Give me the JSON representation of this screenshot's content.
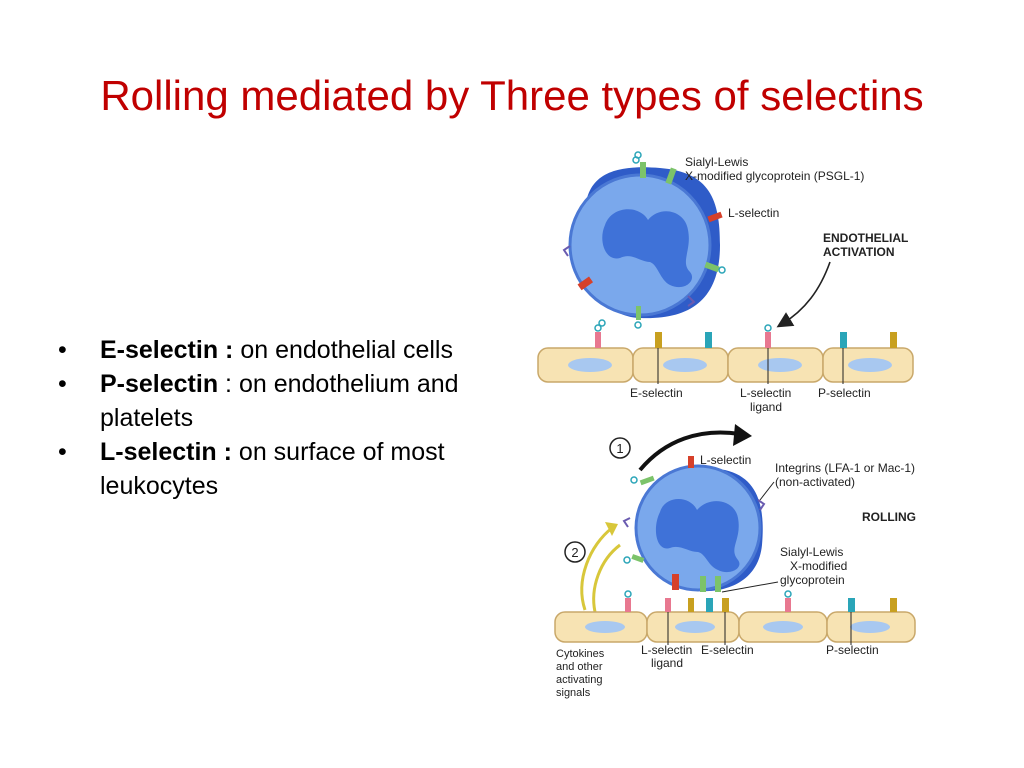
{
  "title": "Rolling mediated by Three types of selectins",
  "bullets": [
    {
      "term": "E-selectin :",
      "rest": " on endothelial cells"
    },
    {
      "term": "P-selectin",
      "rest": " :  on endothelium and platelets"
    },
    {
      "term": "L-selectin :",
      "rest": " on surface of most leukocytes"
    }
  ],
  "top_panel": {
    "psgl_label_line1": "Sialyl-Lewis",
    "psgl_label_line2": "X-modified glycoprotein (PSGL-1)",
    "lselectin_label": "L-selectin",
    "activation_line1": "ENDOTHELIAL",
    "activation_line2": "ACTIVATION",
    "eselectin_label": "E-selectin",
    "ligand_line1": "L-selectin",
    "ligand_line2": "ligand",
    "pselectin_label": "P-selectin"
  },
  "bottom_panel": {
    "step1": "1",
    "step2": "2",
    "lselectin_label": "L-selectin",
    "integrins_line1": "Integrins (LFA-1 or Mac-1)",
    "integrins_line2": "(non-activated)",
    "rolling_label": "ROLLING",
    "sialyl_line1": "Sialyl-Lewis",
    "sialyl_line2": "X-modified",
    "sialyl_line3": "glycoprotein",
    "cytokines_line1": "Cytokines",
    "cytokines_line2": "and other",
    "cytokines_line3": "activating",
    "cytokines_line4": "signals",
    "ligand_line1": "L-selectin",
    "ligand_line2": "ligand",
    "eselectin_label": "E-selectin",
    "pselectin_label": "P-selectin"
  },
  "colors": {
    "title": "#c00000",
    "cell_body": "#7aa8ec",
    "nucleus": "#3f72d8",
    "endothelium": "#f7e3b3",
    "l_selectin": "#d6402a",
    "e_selectin": "#c8a020",
    "p_selectin": "#2aa5b8",
    "glycoprotein": "#7cc36a"
  }
}
